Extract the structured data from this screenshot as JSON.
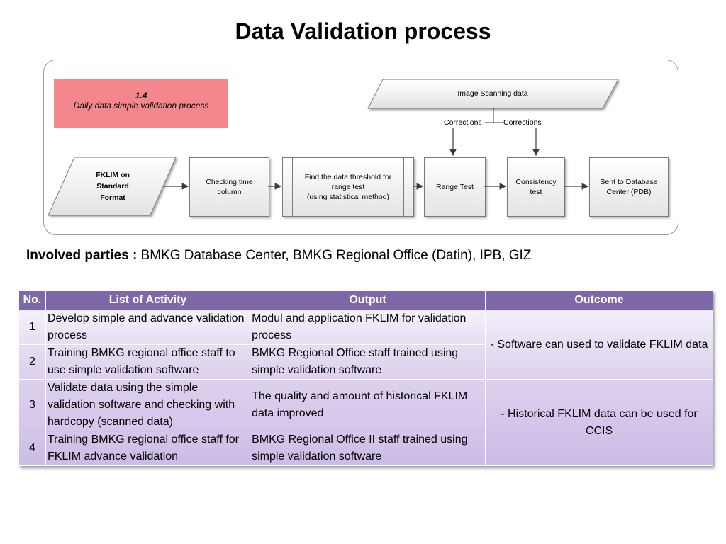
{
  "title": "Data Validation process",
  "diagram": {
    "process_number": "1.4",
    "process_name": "Daily data simple validation process",
    "image_scanning": "Image Scanning data",
    "corrections_left": "Corrections",
    "corrections_right": "Corrections",
    "fklim_line1": "FKLIM on",
    "fklim_line2": "Standard",
    "fklim_line3": "Format",
    "checking_line1": "Checking time",
    "checking_line2": "column",
    "threshold_line1": "Find the data threshold for",
    "threshold_line2": "range test",
    "threshold_line3": "(using statistical method)",
    "range_test": "Range Test",
    "consistency_line1": "Consistency",
    "consistency_line2": "test",
    "sent_line1": "Sent to Database",
    "sent_line2": "Center (PDB)"
  },
  "involved": {
    "label": "Involved parties  :",
    "value": " BMKG Database Center, BMKG Regional Office (Datin), IPB, GIZ"
  },
  "table": {
    "headers": [
      "No.",
      "List of Activity",
      "Output",
      "Outcome"
    ],
    "rows": [
      {
        "no": "1",
        "activity": "Develop simple and advance validation process",
        "output": "Modul and application FKLIM for validation process"
      },
      {
        "no": "2",
        "activity": "Training BMKG regional office staff to use simple validation software",
        "output": "BMKG Regional Office staff trained using simple validation software"
      },
      {
        "no": "3",
        "activity": "Validate data using the simple validation software and checking with hardcopy (scanned data)",
        "output": "The quality and amount of historical FKLIM data improved"
      },
      {
        "no": "4",
        "activity": "Training BMKG regional office staff for FKLIM advance validation",
        "output": "BMKG Regional Office II staff trained using simple validation software"
      }
    ],
    "outcomes": [
      "- Software can used to validate FKLIM data",
      "- Historical FKLIM  data can be used for CCIS"
    ]
  }
}
